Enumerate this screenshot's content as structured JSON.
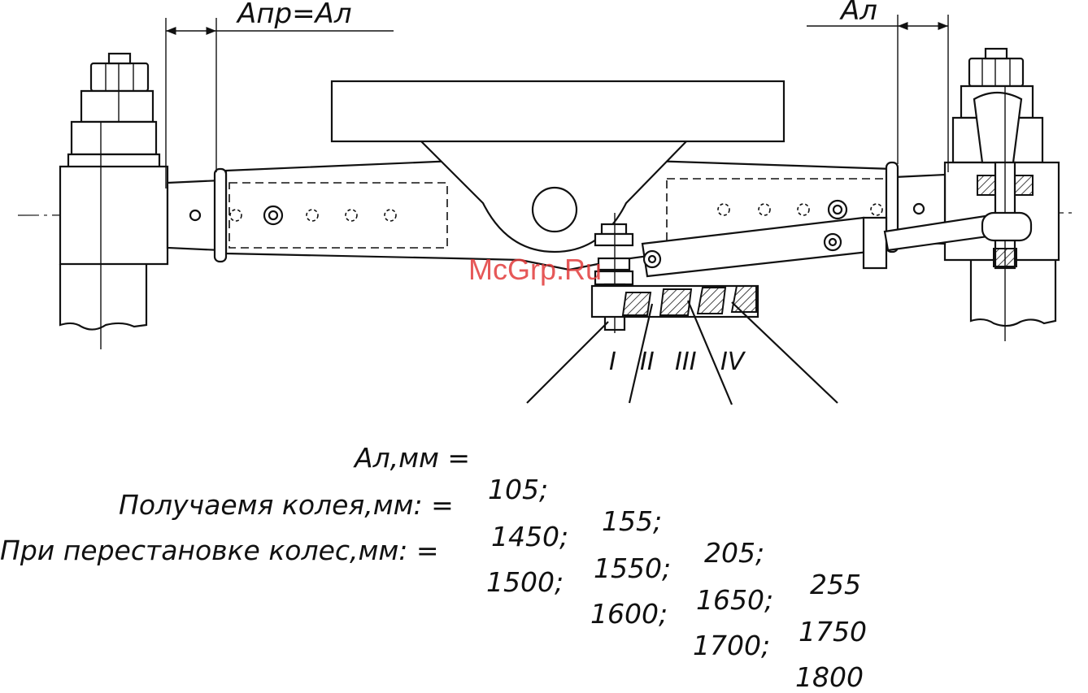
{
  "labels": {
    "left_dimension": "Апр=Ал",
    "right_dimension": "Ал",
    "positions": [
      "I",
      "II",
      "III",
      "IV"
    ]
  },
  "watermark": "McGrp.Ru",
  "rows": {
    "al_mm": {
      "label": "Ал,мм = ",
      "values": [
        "105;",
        "155;",
        "205;",
        "255"
      ]
    },
    "track": {
      "label": "Получаемя колея,мм: = ",
      "values": [
        "1450;",
        "1550;",
        "1650;",
        "1750"
      ]
    },
    "swap": {
      "label": "При перестановке колес,мм: = ",
      "values": [
        "1500;",
        "1600;",
        "1700;",
        "1800"
      ]
    }
  },
  "colors": {
    "ink": "#111111",
    "watermark": "#e23b3b"
  }
}
